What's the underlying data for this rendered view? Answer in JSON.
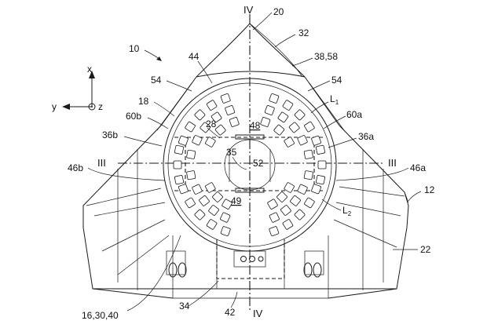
{
  "figure": {
    "labels": {
      "ref_10": "10",
      "ref_20": "20",
      "ref_32": "32",
      "ref_38_58": "38,58",
      "ref_44": "44",
      "ref_54_left": "54",
      "ref_54_right": "54",
      "ref_l1_main": "L",
      "ref_l1_sub": "1",
      "ref_18": "18",
      "ref_60b": "60b",
      "ref_60a": "60a",
      "ref_28": "28",
      "ref_48": "48",
      "ref_36b": "36b",
      "ref_36a": "36a",
      "ref_35": "35",
      "ref_52": "52",
      "ref_46b": "46b",
      "ref_46a": "46a",
      "ref_49": "49",
      "ref_12": "12",
      "ref_l2_main": "L",
      "ref_l2_sub": "2",
      "ref_22": "22",
      "ref_16_30_40": "16,30,40",
      "ref_34": "34",
      "ref_42": "42",
      "section_iv_top": "IV",
      "section_iv_bottom": "IV",
      "section_iii_left": "III",
      "section_iii_right": "III"
    },
    "axes": {
      "x": "x",
      "y": "y",
      "z": "z"
    }
  }
}
